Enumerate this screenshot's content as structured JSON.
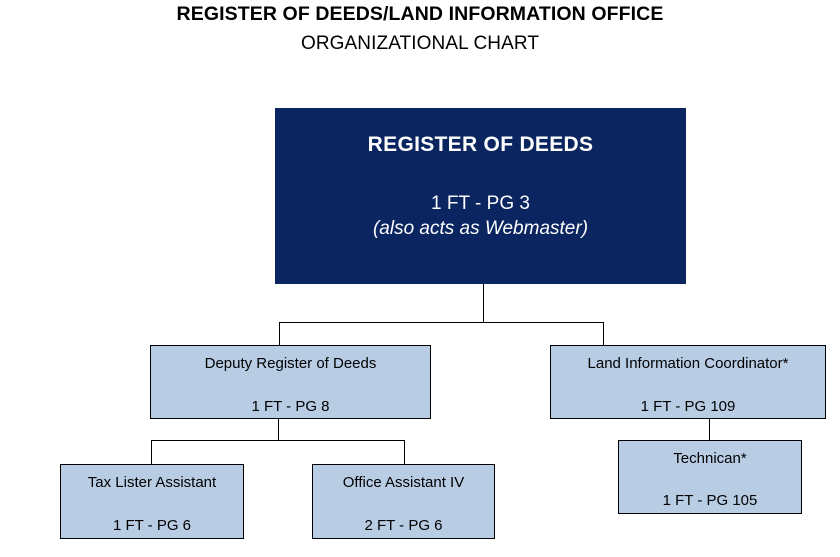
{
  "document": {
    "title_line1": "REGISTER OF DEEDS/LAND INFORMATION OFFICE",
    "title_line2": "ORGANIZATIONAL CHART"
  },
  "colors": {
    "root_fill": "#0a2560",
    "root_text": "#ffffff",
    "node_fill": "#b8cce4",
    "node_border": "#000000",
    "node_text": "#000000",
    "page_background": "#ffffff",
    "connector": "#000000"
  },
  "chart_data": {
    "type": "diagram",
    "subtype": "organizational-chart",
    "title": "REGISTER OF DEEDS/LAND INFORMATION OFFICE ORGANIZATIONAL CHART",
    "orientation": "top-down",
    "nodes": [
      {
        "id": "register-of-deeds",
        "title": "REGISTER OF DEEDS",
        "detail": "1 FT - PG 3",
        "note": "(also acts as Webmaster)",
        "level": 0,
        "style": "root",
        "fte": 1,
        "pay_grade": "PG 3"
      },
      {
        "id": "deputy-register-of-deeds",
        "title": "Deputy Register of Deeds",
        "detail": "1 FT - PG 8",
        "level": 1,
        "style": "sub",
        "fte": 1,
        "pay_grade": "PG 8"
      },
      {
        "id": "land-information-coordinator",
        "title": "Land Information Coordinator*",
        "detail": "1 FT - PG 109",
        "level": 1,
        "style": "sub",
        "fte": 1,
        "pay_grade": "PG 109"
      },
      {
        "id": "tax-lister-assistant",
        "title": "Tax Lister Assistant",
        "detail": "1 FT - PG 6",
        "level": 2,
        "style": "sub",
        "fte": 1,
        "pay_grade": "PG 6"
      },
      {
        "id": "office-assistant-iv",
        "title": "Office Assistant IV",
        "detail": "2 FT - PG 6",
        "level": 2,
        "style": "sub",
        "fte": 2,
        "pay_grade": "PG 6"
      },
      {
        "id": "technican",
        "title": "Technican*",
        "detail": "1 FT - PG 105",
        "level": 2,
        "style": "sub",
        "fte": 1,
        "pay_grade": "PG 105"
      }
    ],
    "edges": [
      {
        "from": "register-of-deeds",
        "to": "deputy-register-of-deeds"
      },
      {
        "from": "register-of-deeds",
        "to": "land-information-coordinator"
      },
      {
        "from": "deputy-register-of-deeds",
        "to": "tax-lister-assistant"
      },
      {
        "from": "deputy-register-of-deeds",
        "to": "office-assistant-iv"
      },
      {
        "from": "land-information-coordinator",
        "to": "technican"
      }
    ]
  }
}
